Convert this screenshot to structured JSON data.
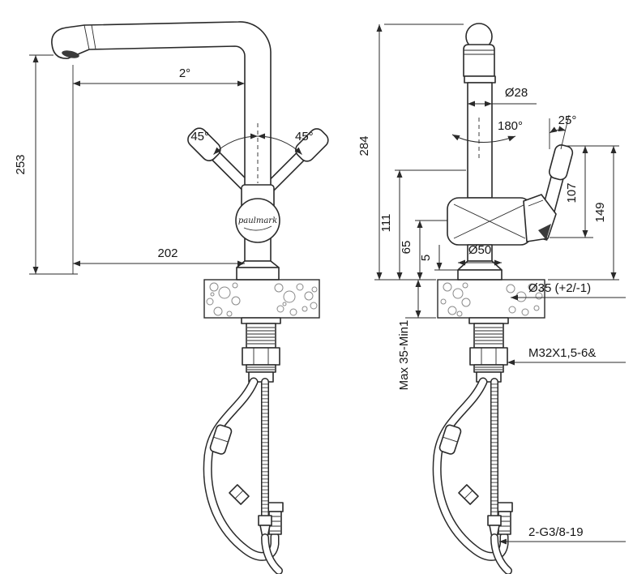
{
  "brand": {
    "logo_text": "paulmark"
  },
  "left_view": {
    "height": "253",
    "reach": "202",
    "spout_angle": "2°",
    "handle_angle_left": "45°",
    "handle_angle_right": "45°"
  },
  "right_view": {
    "height": "284",
    "body_diameter": "Ø28",
    "swivel_angle": "180°",
    "handle_angle": "25°",
    "dim_111": "111",
    "dim_107": "107",
    "dim_149": "149",
    "dim_65": "65",
    "dim_5": "5",
    "base_diameter": "Ø50",
    "hole_diameter": "Ø35 (+2/-1)",
    "mount_thickness": "Max 35-Min1",
    "thread_spec": "M32X1,5-6&",
    "hose_connection": "2-G3/8-19"
  }
}
